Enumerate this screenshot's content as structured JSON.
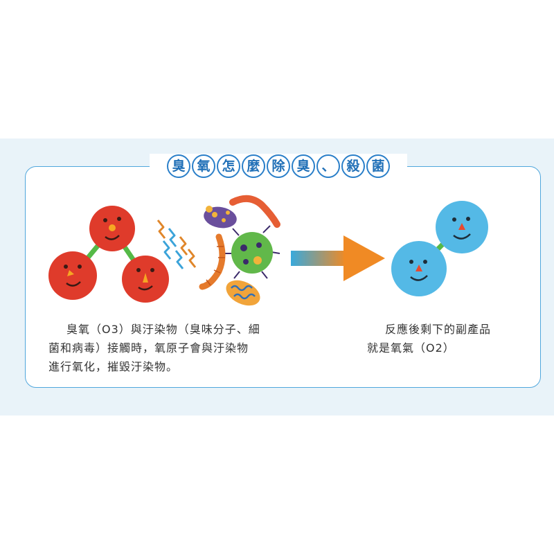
{
  "title": {
    "chars": [
      "臭",
      "氧",
      "怎",
      "麼",
      "除",
      "臭",
      "、",
      "殺",
      "菌"
    ],
    "border_color": "#2a7fc9",
    "text_color": "#2170b7"
  },
  "left_caption": {
    "lines": [
      "臭氧（O3）與汙染物（臭味分子、細",
      "菌和病毒）接觸時，氧原子會與汙染物",
      "進行氧化，摧毀汙染物。"
    ]
  },
  "right_caption": {
    "lines": [
      "反應後剩下的副產品",
      "就是氧氣（O2）"
    ]
  },
  "colors": {
    "background_band": "#e9f3f9",
    "card_border": "#4fa6dc",
    "ozone_atom": "#df3b2b",
    "oxygen_atom": "#54b9e6",
    "bond": "#55b947",
    "arrow_start": "#39a9dc",
    "arrow_end": "#f08a24"
  },
  "icons": [
    "ozone-molecule-icon",
    "lightning-icon",
    "bacteria-icon",
    "virus-icon",
    "reaction-arrow-icon",
    "oxygen-molecule-icon"
  ]
}
